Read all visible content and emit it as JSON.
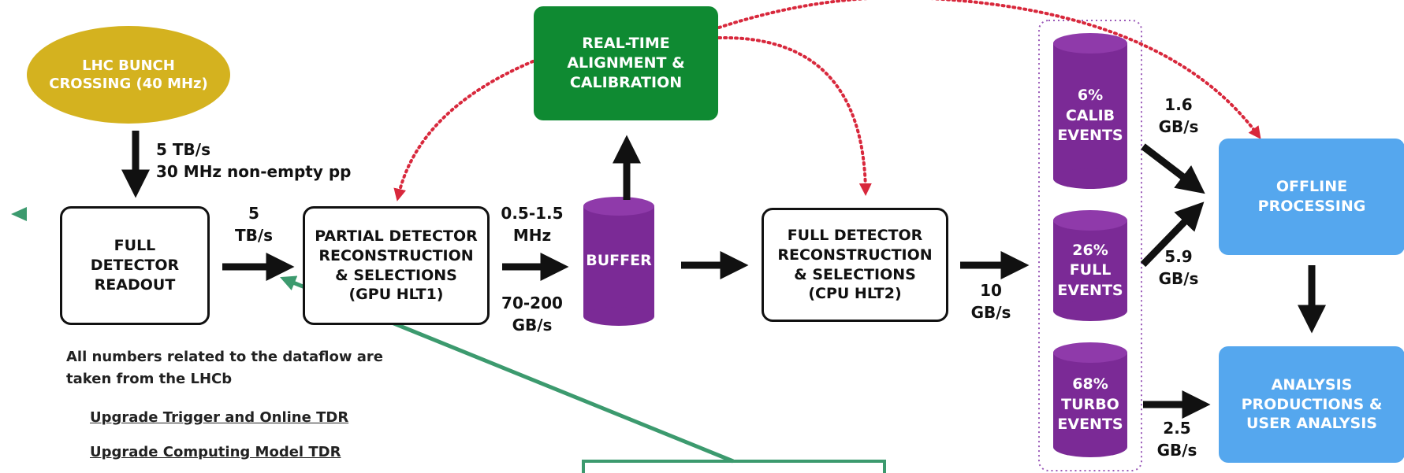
{
  "nodes": {
    "lhc": "LHC BUNCH\nCROSSING (40 MHz)",
    "readout": "FULL\nDETECTOR\nREADOUT",
    "hlt1": "PARTIAL DETECTOR\nRECONSTRUCTION\n& SELECTIONS\n(GPU HLT1)",
    "buffer": "BUFFER",
    "alignment": "REAL-TIME\nALIGNMENT &\nCALIBRATION",
    "hlt2": "FULL DETECTOR\nRECONSTRUCTION\n& SELECTIONS\n(CPU HLT2)",
    "calib": "6%\nCALIB\nEVENTS",
    "full": "26%\nFULL\nEVENTS",
    "turbo": "68%\nTURBO\nEVENTS",
    "offline": "OFFLINE\nPROCESSING",
    "analysis": "ANALYSIS\nPRODUCTIONS &\nUSER ANALYSIS"
  },
  "rates": {
    "lhc_out": "5 TB/s\n30 MHz non-empty pp",
    "readout_out": "5\nTB/s",
    "hlt1_out_top": "0.5-1.5\nMHz",
    "hlt1_out_bottom": "70-200\nGB/s",
    "hlt2_out": "10\nGB/s",
    "calib_out": "1.6\nGB/s",
    "full_out": "5.9\nGB/s",
    "turbo_out": "2.5\nGB/s"
  },
  "notes": {
    "text": "All numbers related to the dataflow are\ntaken from the LHCb",
    "link1": "Upgrade Trigger and Online TDR",
    "link2": "Upgrade Computing Model TDR"
  },
  "colors": {
    "green": "#0f8a32",
    "blue": "#55a7ee",
    "purple": "#7b2a96",
    "gold": "#d4b21f",
    "red_dotted": "#d8283c",
    "annotation": "#3c9a6e"
  }
}
